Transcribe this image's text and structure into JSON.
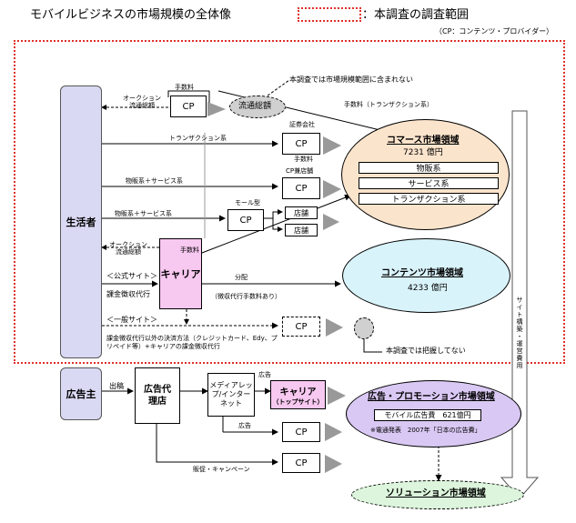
{
  "header": {
    "title": "モバイルビジネスの市場規模の全体像",
    "legend_label": "：本調査の調査範囲",
    "cp_note": "（CP：コンテンツ・プロバイダー）"
  },
  "actors": {
    "consumer": "生活者",
    "advertiser": "広告主"
  },
  "nodes": {
    "cp": "CP",
    "auction_label": "オークション\n流通総額",
    "auction_label2": "オークション\n流通総額",
    "ryutsu_sougaku": "流通総額",
    "fee": "手数料",
    "fee2": "手数料",
    "fee3": "手数料",
    "not_included": "本調査では市場規模範囲に含まれない",
    "fee_transaction": "手数料（トランザクション系）",
    "securities": "証券会社",
    "transaction_line": "トランザクション系",
    "cp_store": "CP兼店舗",
    "merch_service1": "物販系＋サービス系",
    "merch_service2": "物販系＋サービス系",
    "mall_type": "モール型",
    "store1": "店舗",
    "store2": "店舗",
    "carrier": "キャリア",
    "official_site": "＜公式サイト＞",
    "billing_agent": "課金徴収代行",
    "distribution": "分配",
    "agency_fee_note": "（徴収代行手数料あり）",
    "general_site": "＜一般サイト＞",
    "payment_note": "課金徴収代行以外の決済方法（クレジットカード、Edy、プ\nリペイド等）+キャリアの課金徴収代行",
    "not_grasped": "本調査では把握してない",
    "vertical_label": "サイト構築・運営費用",
    "shukko": "出稿",
    "ad_agency": "広告代\n理店",
    "media_rep": "メディアレッ\nプ/インター\nネット",
    "ad_label1": "広告",
    "ad_label2": "広告",
    "carrier_top": "キャリア",
    "carrier_top_sub": "（トップサイト）",
    "sales_campaign": "販促・キャンペーン"
  },
  "markets": {
    "commerce": {
      "title": "コマース市場領域",
      "value": "7231 億円",
      "items": [
        "物販系",
        "サービス系",
        "トランザクション系"
      ]
    },
    "contents": {
      "title": "コンテンツ市場領域",
      "value": "4233 億円"
    },
    "ad": {
      "title": "広告・プロモーション市場領域",
      "item": "モバイル広告費　621億円",
      "note": "※電通発表　2007年「日本の広告費」"
    },
    "solution": {
      "title": "ソリューション市場領域"
    }
  },
  "colors": {
    "scope_border": "#e0302b",
    "commerce_fill": "#fbe4cc",
    "contents_fill": "#d9f3fb",
    "ad_fill": "#d9c8f3",
    "solution_fill": "#dcf5dc",
    "lavender": "#d9d9f3",
    "carrier_pink": "#f7c8f0",
    "grey_ellipse": "#d0d0d0"
  }
}
